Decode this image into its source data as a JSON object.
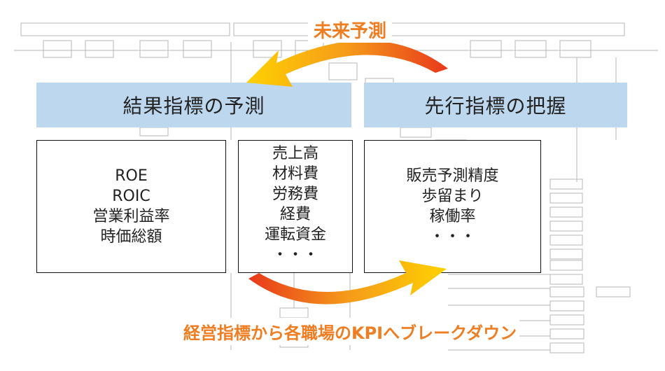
{
  "top_caption": "未来予測",
  "bottom_caption": "経営指標から各職場のKPIへブレークダウン",
  "headers": {
    "left": "結果指標の予測",
    "right": "先行指標の把握"
  },
  "boxes": {
    "left": [
      "ROE",
      "ROIC",
      "営業利益率",
      "時価総額"
    ],
    "middle": [
      "売上高",
      "材料費",
      "労務費",
      "経費",
      "運転資金",
      "・・・"
    ],
    "right": [
      "販売予測精度",
      "歩留まり",
      "稼働率",
      "・・・"
    ]
  },
  "colors": {
    "caption": "#ef7d22",
    "header_fill": "#bdd7ee",
    "arrow_start": "#e8381b",
    "arrow_end": "#ffd200"
  }
}
